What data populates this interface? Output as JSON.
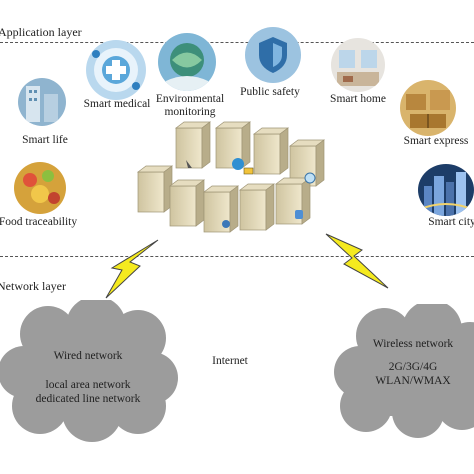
{
  "layers": {
    "application": "Application layer",
    "network": "Network layer"
  },
  "applications": [
    {
      "key": "smart-medical",
      "label": "Smart medical",
      "icon": "medical-icon"
    },
    {
      "key": "environmental-monitoring",
      "label": "Environmental monitoring",
      "icon": "globe-leaf-icon"
    },
    {
      "key": "public-safety",
      "label": "Public safety",
      "icon": "shield-icon"
    },
    {
      "key": "smart-home",
      "label": "Smart home",
      "icon": "home-icon"
    },
    {
      "key": "smart-life",
      "label": "Smart life",
      "icon": "building-icon"
    },
    {
      "key": "smart-express",
      "label": "Smart express",
      "icon": "parcel-icon"
    },
    {
      "key": "food-traceability",
      "label": "Food traceability",
      "icon": "food-icon"
    },
    {
      "key": "smart-city",
      "label": "Smart city",
      "icon": "city-icon"
    }
  ],
  "network": {
    "wired_title": "Wired network",
    "wired_line1": "local area network",
    "wired_line2": "dedicated line network",
    "internet": "Internet",
    "wireless_title": "Wireless network",
    "wireless_line1": "2G/3G/4G",
    "wireless_line2": "WLAN/WMAX"
  },
  "colors": {
    "cloud": "#9c9c9c",
    "lightning": "#f5ea1f",
    "server": "#d9cfae"
  }
}
